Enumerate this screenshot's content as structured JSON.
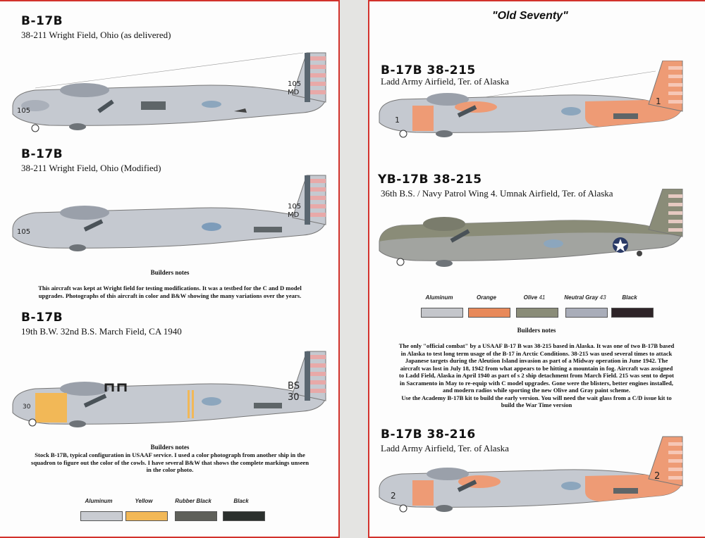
{
  "left": {
    "sections": [
      {
        "title": "B-17B",
        "subtitle": "38-211 Wright Field, Ohio (as delivered)",
        "nose": "105",
        "tail_top": "105",
        "tail_bottom": "MD"
      },
      {
        "title": "B-17B",
        "subtitle": "38-211 Wright Field, Ohio (Modified)",
        "nose": "105",
        "tail_top": "105",
        "tail_bottom": "MD"
      },
      {
        "title": "B-17B",
        "subtitle": "19th B.W. 32nd B.S. March Field, CA 1940",
        "nose": "30",
        "tail_top": "BS",
        "tail_bottom": "30"
      }
    ],
    "builders_notes_1": {
      "heading": "Builders notes",
      "line1": "This aircraft was kept at Wright field for testing modifications. It was a testbed for the C and D model",
      "line2": "upgrades. Photographs of this aircraft in color and B&W showing the many variations over the years."
    },
    "builders_notes_2": {
      "heading": "Builders notes",
      "line1": "Stock B-17B, typical configuration in USAAF service. I used a color photograph from another ship in the",
      "line2": "squadron to figure out the color of the cowls. I have several B&W that shows the complete markings unseen",
      "line3": "in the color photo."
    },
    "swatches": [
      {
        "label": "Aluminum",
        "color": "#c9ccd2"
      },
      {
        "label": "Yellow",
        "color": "#f2b857"
      },
      {
        "label": "Rubber Black",
        "color": "#5f605a"
      },
      {
        "label": "Black",
        "color": "#2b302d"
      }
    ]
  },
  "right": {
    "heading": "\"Old Seventy\"",
    "sections": [
      {
        "title": "B-17B 38-215",
        "subtitle": "Ladd Army Airfield, Ter. of Alaska",
        "nose": "1",
        "tail": "1"
      },
      {
        "title": "YB-17B 38-215",
        "subtitle": "36th B.S. / Navy Patrol Wing 4. Umnak Airfield, Ter. of Alaska"
      },
      {
        "title": "B-17B 38-216",
        "subtitle": "Ladd Army Airfield, Ter. of Alaska",
        "nose": "2",
        "tail": "2"
      }
    ],
    "swatches": [
      {
        "label": "Aluminum",
        "code": "",
        "color": "#c4c6cb"
      },
      {
        "label": "Orange",
        "code": "",
        "color": "#e8895a"
      },
      {
        "label": "Olive",
        "code": "41",
        "color": "#8a8c78"
      },
      {
        "label": "Neutral Gray",
        "code": "43",
        "color": "#a9adb9"
      },
      {
        "label": "Black",
        "code": "",
        "color": "#2e2428"
      }
    ],
    "builders_notes": {
      "heading": "Builders notes",
      "line1": "The only \"official combat\" by a USAAF B-17 B was 38-215 based in Alaska. It was one of two B-17B based",
      "line2": "in Alaska to test long term usage of the B-17 in Arctic Conditions. 38-215 was used several times to attack",
      "line3": "Japanese targets during the Aleution Island invasion as part of a Midway operation in June 1942. The",
      "line4": "aircraft was lost in July 18, 1942 from what appears to be hitting a mountain in fog. Aircraft was assigned",
      "line5": "to Ladd Field, Alaska in April 1940 as part of s 2 ship detachment from March Field. 215 was sent to depot",
      "line6": "in Sacramento in May to re-equip with C model upgrades. Gone were the blisters, better engines installed,",
      "line7": "and modern radios while sporting the new Olive and Gray paint scheme.",
      "line8": "Use the Academy B-17B kit to build the early version. You will need the wait glass from a C/D issue kit to",
      "line9": "build the War Time version"
    }
  }
}
